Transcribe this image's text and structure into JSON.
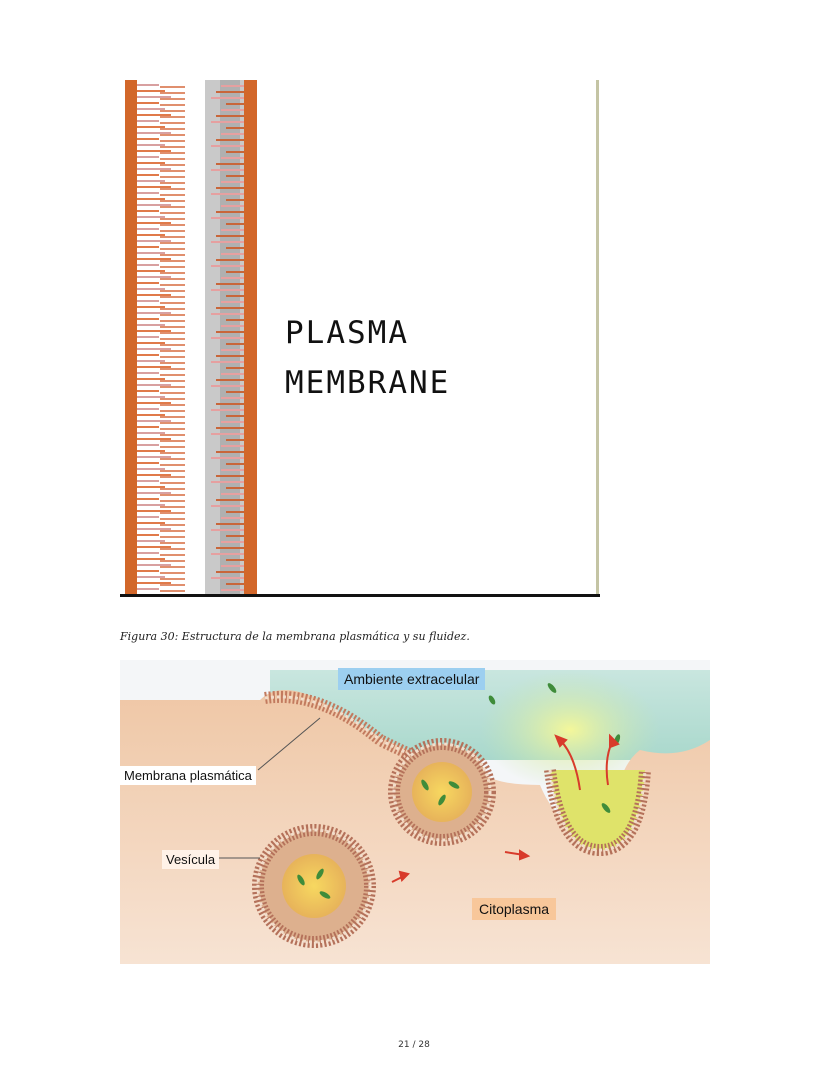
{
  "figure_membrane": {
    "label_line1": "PLASMA",
    "label_line2": "MEMBRANE"
  },
  "caption": "Figura 30: Estructura de la membrana plasmática y su fluidez.",
  "figure_endocytosis": {
    "label_extracellular": "Ambiente extracelular",
    "label_membrane": "Membrana plasmática",
    "label_vesicle": "Vesícula",
    "label_cytoplasm": "Citoplasma"
  },
  "footer": {
    "page_number": "21 / 28"
  }
}
